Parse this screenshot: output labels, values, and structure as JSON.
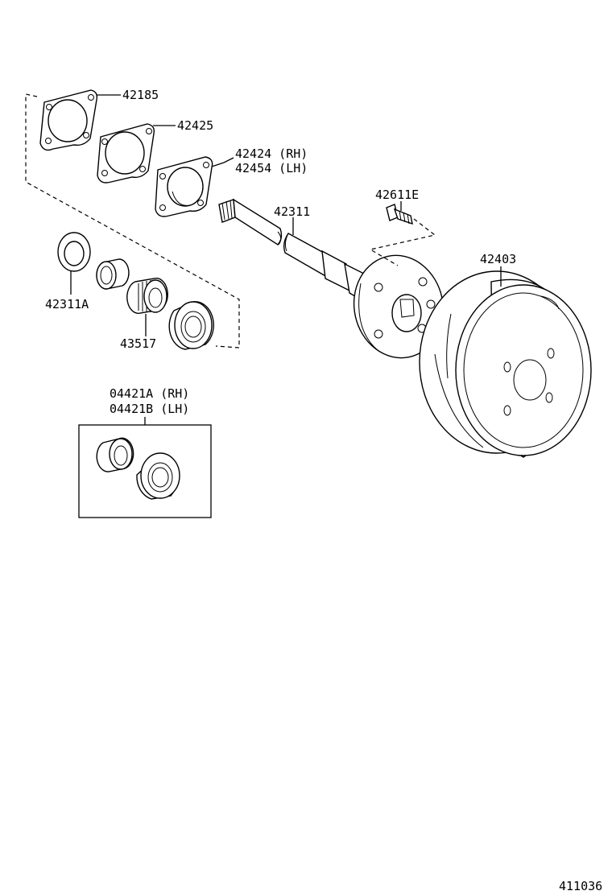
{
  "labels": {
    "gasket_outer": "42185",
    "gasket_inner": "42425",
    "retainer_rh": "42424 (RH)",
    "retainer_lh": "42454 (LH)",
    "axle_shaft": "42311",
    "hub_bolt": "42611E",
    "brake_drum": "42403",
    "oil_seal": "42311A",
    "bearing_retainer": "43517",
    "bearing_kit_rh": "04421A (RH)",
    "bearing_kit_lh": "04421B (LH)",
    "diagram_number": "411036"
  }
}
